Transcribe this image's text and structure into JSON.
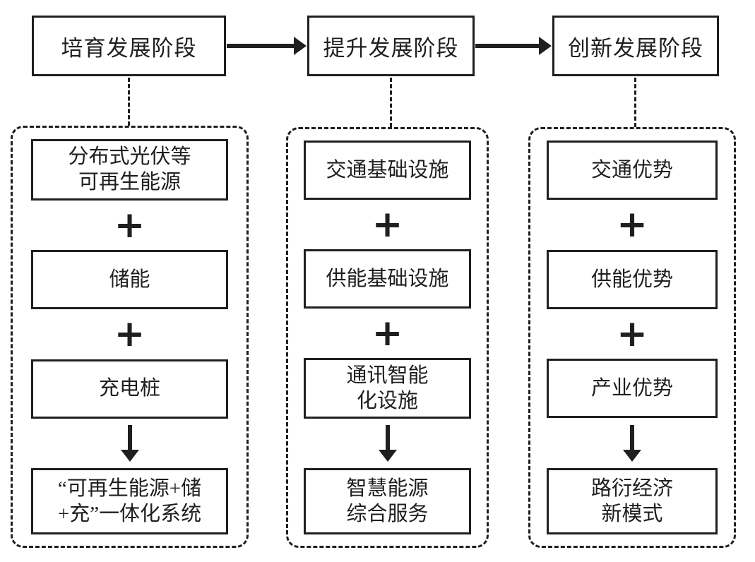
{
  "diagram": {
    "stages": [
      {
        "header": "培育发展阶段",
        "items": [
          "分布式光伏等\n可再生能源",
          "储能",
          "充电桩"
        ],
        "result": "“可再生能源+储\n+充”一体化系统"
      },
      {
        "header": "提升发展阶段",
        "items": [
          "交通基础设施",
          "供能基础设施",
          "通讯智能\n化设施"
        ],
        "result": "智慧能源\n综合服务"
      },
      {
        "header": "创新发展阶段",
        "items": [
          "交通优势",
          "供能优势",
          "产业优势"
        ],
        "result": "路衍经济\n新模式"
      }
    ],
    "symbols": {
      "plus": "+"
    },
    "colors": {
      "ink": "#1f1f1f",
      "background": "#ffffff"
    }
  }
}
